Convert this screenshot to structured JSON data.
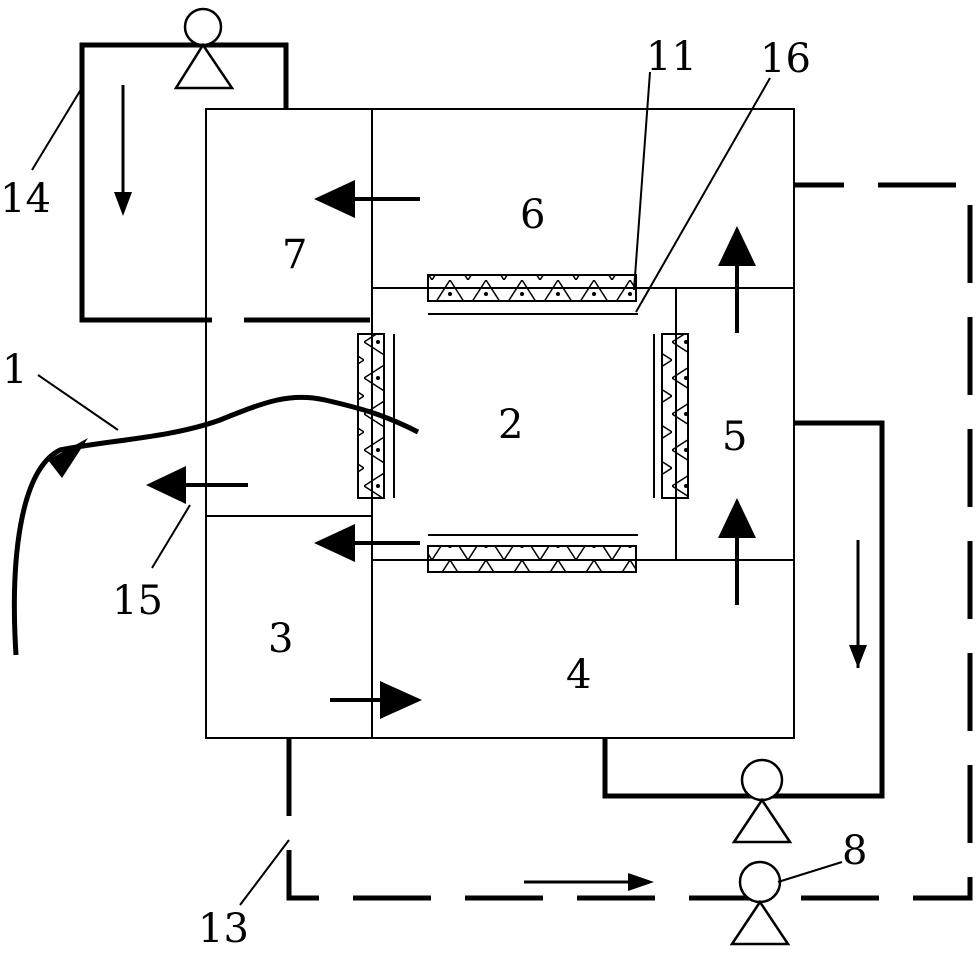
{
  "labels": {
    "n1": "1",
    "n2": "2",
    "n3": "3",
    "n4": "4",
    "n5": "5",
    "n6": "6",
    "n7": "7",
    "n8": "8",
    "n11": "11",
    "n13": "13",
    "n14": "14",
    "n15": "15",
    "n16": "16"
  },
  "colors": {
    "ink": "#000000",
    "background": "#ffffff"
  }
}
